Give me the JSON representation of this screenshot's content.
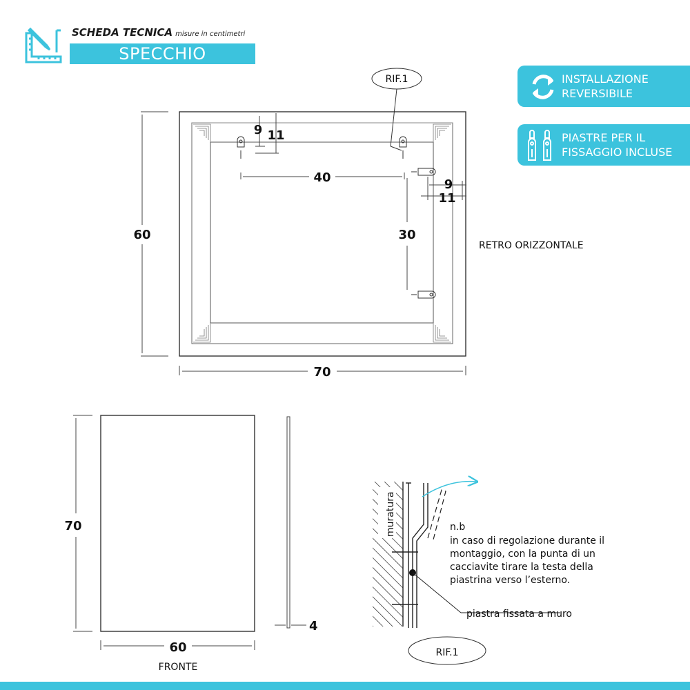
{
  "header": {
    "title": "SCHEDA TECNICA",
    "subtitle": "misure in centimetri",
    "product": "SPECCHIO"
  },
  "badges": {
    "reversible": {
      "line1": "INSTALLAZIONE",
      "line2": "REVERSIBILE"
    },
    "plates": {
      "line1": "PIASTRE PER IL",
      "line2": "FISSAGGIO INCLUSE"
    }
  },
  "back_view": {
    "label": "RETRO ORIZZONTALE",
    "width": "70",
    "height": "60",
    "plate_spacing_h": "40",
    "plate_spacing_v": "30",
    "top_offset_a": "9",
    "top_offset_b": "11",
    "side_offset_a": "9",
    "side_offset_b": "11",
    "ref": "RIF.1"
  },
  "front_view": {
    "label": "FRONTE",
    "width": "60",
    "height": "70",
    "depth": "4"
  },
  "detail": {
    "ref": "RIF.1",
    "wall_label": "muratura",
    "plate_label": "piastra fissata a muro",
    "note_title": "n.b",
    "note_lines": [
      "in caso di regolazione durante il",
      "montaggio, con la punta di un",
      "cacciavite tirare la testa della",
      "piastrina verso l’esterno."
    ]
  },
  "colors": {
    "accent": "#3cc3dd"
  }
}
